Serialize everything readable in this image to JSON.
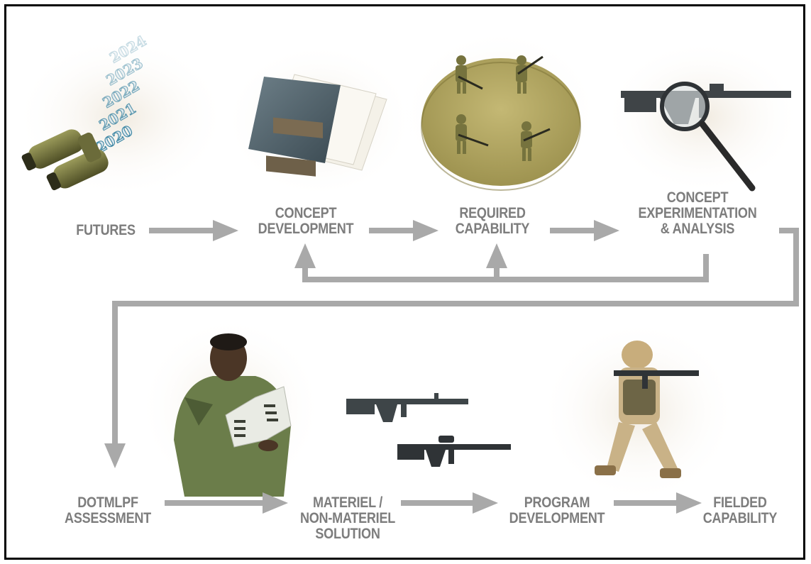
{
  "years": [
    "2020",
    "2021",
    "2022",
    "2023",
    "2024"
  ],
  "nodes": {
    "futures": [
      "FUTURES"
    ],
    "concept_development": [
      "CONCEPT",
      "DEVELOPMENT"
    ],
    "required_capability": [
      "REQUIRED",
      "CAPABILITY"
    ],
    "concept_experimentation": [
      "CONCEPT",
      "EXPERIMENTATION",
      "& ANALYSIS"
    ],
    "dotmlpf_assessment": [
      "DOTMLPF",
      "ASSESSMENT"
    ],
    "materiel_solution": [
      "MATERIEL /",
      "NON-MATERIEL",
      "SOLUTION"
    ],
    "program_development": [
      "PROGRAM",
      "DEVELOPMENT"
    ],
    "fielded_capability": [
      "FIELDED",
      "CAPABILITY"
    ]
  },
  "colors": {
    "label": "#7d7d7d",
    "arrow": "#a9a9a9",
    "frame": "#000000",
    "olive": "#7f7a3c",
    "base": "#b3a75e"
  },
  "icons": [
    "binoculars-icon",
    "document-stack-icon",
    "soldiers-on-base-icon",
    "rifle-magnifier-icon",
    "soldier-reading-icon",
    "rifles-icon",
    "aiming-soldier-icon"
  ]
}
